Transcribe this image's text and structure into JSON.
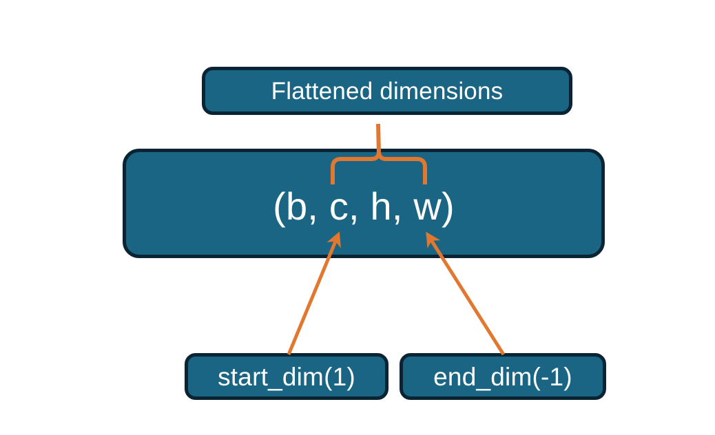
{
  "diagram": {
    "title_text": "Flattened dimensions",
    "background_color": "#ffffff",
    "box_fill_color": "#1a6583",
    "box_border_color": "#0b2434",
    "accent_color": "#e2782f",
    "text_color": "#ffffff"
  },
  "nodes": {
    "flattened": {
      "label": "Flattened dimensions"
    },
    "shape": {
      "label": "(b, c, h, w)"
    },
    "start_dim": {
      "label": "start_dim(1)"
    },
    "end_dim": {
      "label": "end_dim(-1)"
    }
  },
  "connectors": {
    "brace": {
      "name": "flattened-range-brace",
      "spans_label": "c, h, w",
      "color": "#e2782f"
    },
    "arrow_start_dim": {
      "name": "start-dim-arrow",
      "from": "start_dim",
      "to": "shape",
      "color": "#e2782f"
    },
    "arrow_end_dim": {
      "name": "end-dim-arrow",
      "from": "end_dim",
      "to": "shape",
      "color": "#e2782f"
    }
  }
}
